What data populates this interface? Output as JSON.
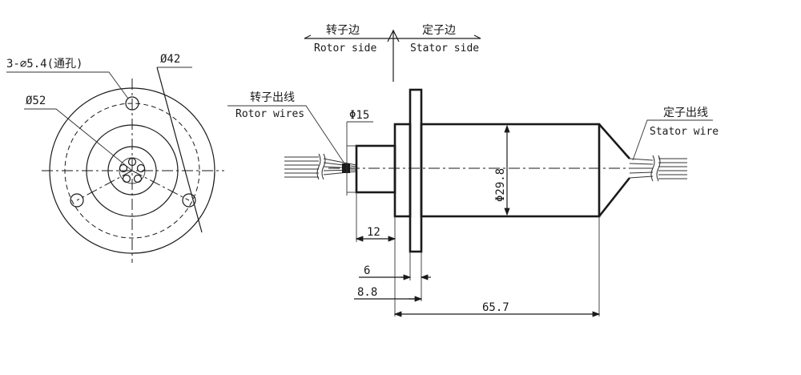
{
  "front_view": {
    "holes_label": "3-⌀5.4(通孔)",
    "d42_label": "Ø42",
    "d52_label": "Ø52"
  },
  "side_label": {
    "rotor_cn": "转子边",
    "rotor_en": "Rotor side",
    "stator_cn": "定子边",
    "stator_en": "Stator side"
  },
  "side_view": {
    "rotor_wires_cn": "转子出线",
    "rotor_wires_en": "Rotor wires",
    "stator_wires_cn": "定子出线",
    "stator_wires_en": "Stator wire",
    "phi15_label": "Φ15",
    "phi298_label": "Φ29.8",
    "dim_12": "12",
    "dim_6": "6",
    "dim_88": "8.8",
    "dim_657": "65.7"
  }
}
